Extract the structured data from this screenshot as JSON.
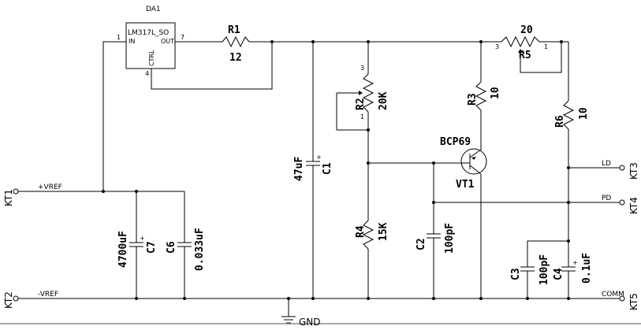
{
  "da1": {
    "ref": "DA1",
    "part": "LM317L_SO",
    "pin_in": "IN",
    "pin_out": "OUT",
    "pin_ctrl": "CTRL",
    "pin1": "1",
    "pin7": "7",
    "pin4": "4"
  },
  "r1": {
    "ref": "R1",
    "value": "12"
  },
  "r2": {
    "ref": "R2",
    "value": "20K",
    "pin3": "3",
    "pin1": "1"
  },
  "r3": {
    "ref": "R3",
    "value": "10"
  },
  "r4": {
    "ref": "R4",
    "value": "15K"
  },
  "r5": {
    "ref": "R5",
    "value": "20",
    "pin3": "3",
    "pin1": "1"
  },
  "r6": {
    "ref": "R6",
    "value": "10"
  },
  "c1": {
    "ref": "C1",
    "value": "47uF",
    "pol": "+"
  },
  "c2": {
    "ref": "C2",
    "value": "100pF"
  },
  "c3": {
    "ref": "C3",
    "value": "100pF"
  },
  "c4": {
    "ref": "C4",
    "value": "0.1uF",
    "pol": "+"
  },
  "c6": {
    "ref": "C6",
    "value": "0.033uF"
  },
  "c7": {
    "ref": "C7",
    "value": "4700uF",
    "pol": "+"
  },
  "vt1": {
    "ref": "VT1",
    "part": "BCP69"
  },
  "nets": {
    "vref_pos": "+VREF",
    "vref_neg": "-VREF",
    "ld": "LD",
    "pd": "PD",
    "comm": "COMM",
    "gnd": "GND"
  },
  "connectors": {
    "kt1": "KT1",
    "kt2": "KT2",
    "kt3": "KT3",
    "kt4": "KT4",
    "kt5": "KT5"
  }
}
